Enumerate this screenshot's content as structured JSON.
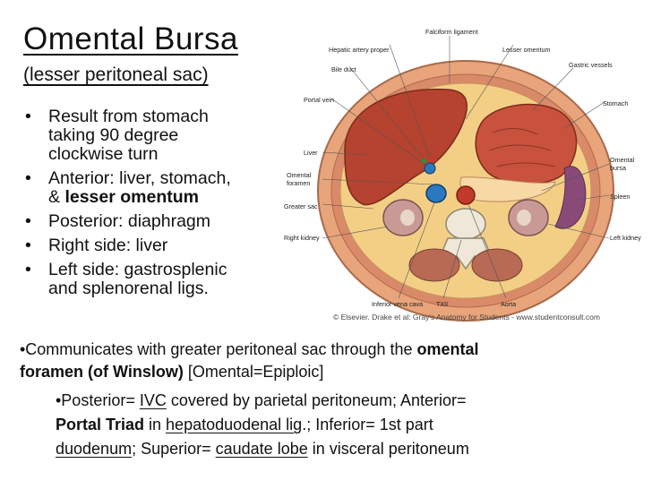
{
  "slide": {
    "title": "Omental Bursa",
    "subtitle": "(lesser peritoneal sac)",
    "bullet_marker": "•",
    "bullets": [
      {
        "line1": "Result from stomach",
        "line2": "taking 90 degree",
        "line3": "clockwise turn"
      },
      {
        "line1": "Anterior: liver, stomach,",
        "line2_prefix": "& ",
        "line2_bold": "lesser omentum"
      },
      {
        "text": "Posterior: diaphragm"
      },
      {
        "text": "Right side: liver"
      },
      {
        "line1": "Left side: gastrosplenic",
        "line2": "and splenorenal ligs."
      }
    ],
    "para": {
      "lead": "•Communicates with greater peritoneal sac",
      "through": " through the ",
      "omental": "omental",
      "foramen": "foramen (of Winslow)",
      "bracket": " [Omental=Epiploic]"
    },
    "sub": {
      "p1": "•Posterior= ",
      "ivc": "IVC",
      "p2": " covered by parietal peritoneum; Anterior=",
      "portal": "Portal Triad",
      "p3": " in ",
      "hepato": "hepatoduodenal lig",
      "p4": ".; Inferior= 1st part",
      "duodenum": "duodenum",
      "p5": "; Superior= ",
      "caudate": "caudate lobe",
      "p6": " in visceral peritoneum"
    }
  },
  "figure": {
    "labels": {
      "falciform": "Falciform ligament",
      "hepatic": "Hepatic artery proper",
      "lesser_omentum": "Lesser omentum",
      "bile_duct": "Bile duct",
      "gastric_vessels": "Gastric vessels",
      "portal_vein": "Portal vein",
      "stomach": "Stomach",
      "liver": "Liver",
      "omental_foramen_1": "Omental",
      "omental_foramen_2": "foramen",
      "omental_bursa_1": "Omental",
      "omental_bursa_2": "bursa",
      "greater_sac": "Greater sac",
      "spleen": "Spleen",
      "right_kidney": "Right kidney",
      "left_kidney": "Left kidney",
      "ivc": "Inferior vena cava",
      "txii": "TXII",
      "aorta": "Aorta"
    },
    "caption": "© Elsevier. Drake et al: Gray's Anatomy for Students - www.studentconsult.com"
  },
  "colors": {
    "liver": "#b5432f",
    "wall": "#e8a47a",
    "fat": "#f3cf86",
    "stomach": "#c8523d",
    "spleen": "#8a4a78",
    "kidney": "#c99a95",
    "ivc": "#2b78c0",
    "aorta": "#c23a2a",
    "bone": "#efe8d8"
  }
}
